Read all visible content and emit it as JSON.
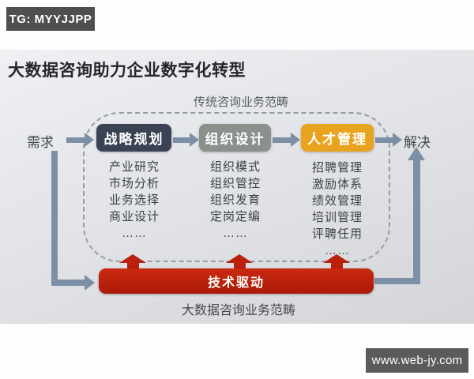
{
  "badge": {
    "label": "TG: MYYJJPP"
  },
  "title": "大数据咨询助力企业数字化转型",
  "diagram": {
    "traditional_scope_label": "传统咨询业务范畴",
    "bigdata_scope_label": "大数据咨询业务范畴",
    "input_label": "需求",
    "output_label": "解决",
    "tech_bar_label": "技术驱动",
    "columns": [
      {
        "header": "战略规划",
        "color": "#3a4254",
        "items": [
          "产业研究",
          "市场分析",
          "业务选择",
          "商业设计",
          "……"
        ]
      },
      {
        "header": "组织设计",
        "color": "#8a918c",
        "items": [
          "组织模式",
          "组织管控",
          "组织发育",
          "定岗定编",
          "……"
        ]
      },
      {
        "header": "人才管理",
        "color": "#e8a41f",
        "items": [
          "招聘管理",
          "激励体系",
          "绩效管理",
          "培训管理",
          "评聘任用",
          "……"
        ]
      }
    ],
    "colors": {
      "connector": "#7d8fa4",
      "accent_red": "#bb200d",
      "dashed_border": "#979ca3"
    }
  },
  "watermark": {
    "label": "www.web-jy.com"
  }
}
